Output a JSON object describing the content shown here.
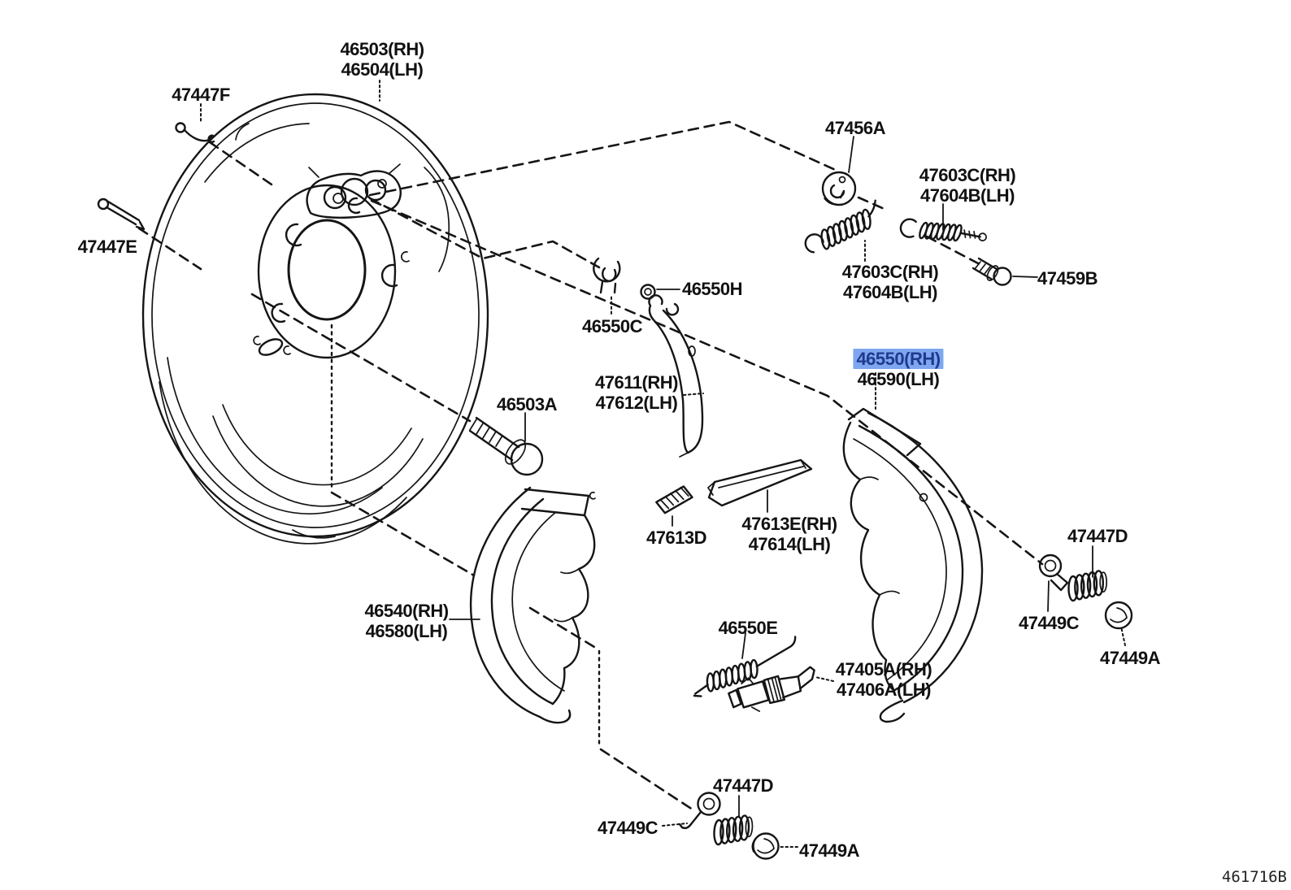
{
  "diagram": {
    "code": "461716B",
    "line_color": "#151515",
    "highlight": {
      "bg": "#7EA7EF",
      "fg": "#21398F",
      "selected_part": "46550(RH)"
    }
  },
  "labels": {
    "l46503": {
      "lines": [
        "46503(RH)",
        "46504(LH)"
      ]
    },
    "l47447F": {
      "lines": [
        "47447F"
      ]
    },
    "l47447E": {
      "lines": [
        "47447E"
      ]
    },
    "l47456A": {
      "lines": [
        "47456A"
      ]
    },
    "l47603C_top": {
      "lines": [
        "47603C(RH)",
        "47604B(LH)"
      ]
    },
    "l47603C_bot": {
      "lines": [
        "47603C(RH)",
        "47604B(LH)"
      ]
    },
    "l47459B": {
      "lines": [
        "47459B"
      ]
    },
    "l46550H": {
      "lines": [
        "46550H"
      ]
    },
    "l46550C": {
      "lines": [
        "46550C"
      ]
    },
    "l47611": {
      "lines": [
        "47611(RH)",
        "47612(LH)"
      ]
    },
    "l46550": {
      "lines": [
        "46550(RH)",
        "46590(LH)"
      ]
    },
    "l46503A": {
      "lines": [
        "46503A"
      ]
    },
    "l47613E": {
      "lines": [
        "47613E(RH)",
        "47614(LH)"
      ]
    },
    "l47613D": {
      "lines": [
        "47613D"
      ]
    },
    "l46540": {
      "lines": [
        "46540(RH)",
        "46580(LH)"
      ]
    },
    "l46550E": {
      "lines": [
        "46550E"
      ]
    },
    "l47405A": {
      "lines": [
        "47405A(RH)",
        "47406A(LH)"
      ]
    },
    "l47447D_r": {
      "lines": [
        "47447D"
      ]
    },
    "l47449C_r": {
      "lines": [
        "47449C"
      ]
    },
    "l47449A_r": {
      "lines": [
        "47449A"
      ]
    },
    "l47447D_b": {
      "lines": [
        "47447D"
      ]
    },
    "l47449C_b": {
      "lines": [
        "47449C"
      ]
    },
    "l47449A_b": {
      "lines": [
        "47449A"
      ]
    }
  }
}
